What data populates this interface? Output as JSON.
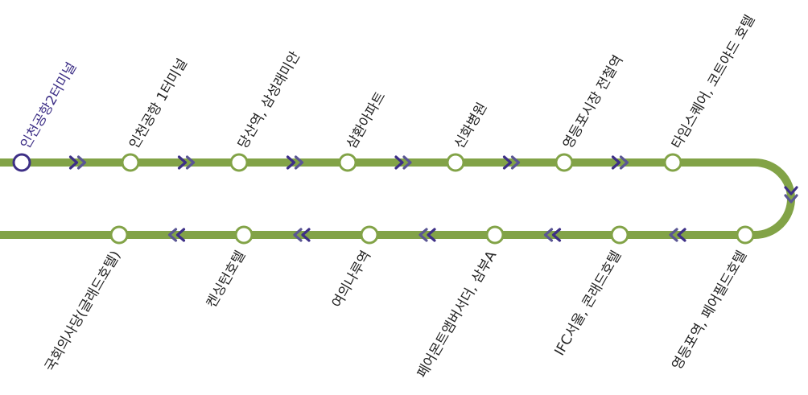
{
  "colors": {
    "line": "#82a347",
    "arrow_dark": "#3d2f86",
    "arrow_light": "#5a5694",
    "current_stop": "#3d2f86",
    "stop_fill": "#ffffff",
    "label": "#222222"
  },
  "route": {
    "top_row": {
      "direction": "right",
      "stops": [
        {
          "name": "인천공항2터미널",
          "current": true
        },
        {
          "name": "인천공항 1터미널",
          "current": false
        },
        {
          "name": "당산역, 삼성래미안",
          "current": false
        },
        {
          "name": "삼환아파트",
          "current": false
        },
        {
          "name": "신화병원",
          "current": false
        },
        {
          "name": "영등포시장 전철역",
          "current": false
        },
        {
          "name": "타임스퀘어, 코트야드 호텔",
          "current": false
        }
      ]
    },
    "bottom_row": {
      "direction": "left",
      "stops": [
        {
          "name": "국회의사당(글래드호텔)",
          "current": false
        },
        {
          "name": "켄싱턴호텔",
          "current": false
        },
        {
          "name": "여의나루역",
          "current": false
        },
        {
          "name": "페어몬트앰버서더, 삼부A",
          "current": false
        },
        {
          "name": "IFC서울, 콘래드호텔",
          "current": false
        },
        {
          "name": "영등포역, 페어필드호텔",
          "current": false
        }
      ]
    }
  }
}
